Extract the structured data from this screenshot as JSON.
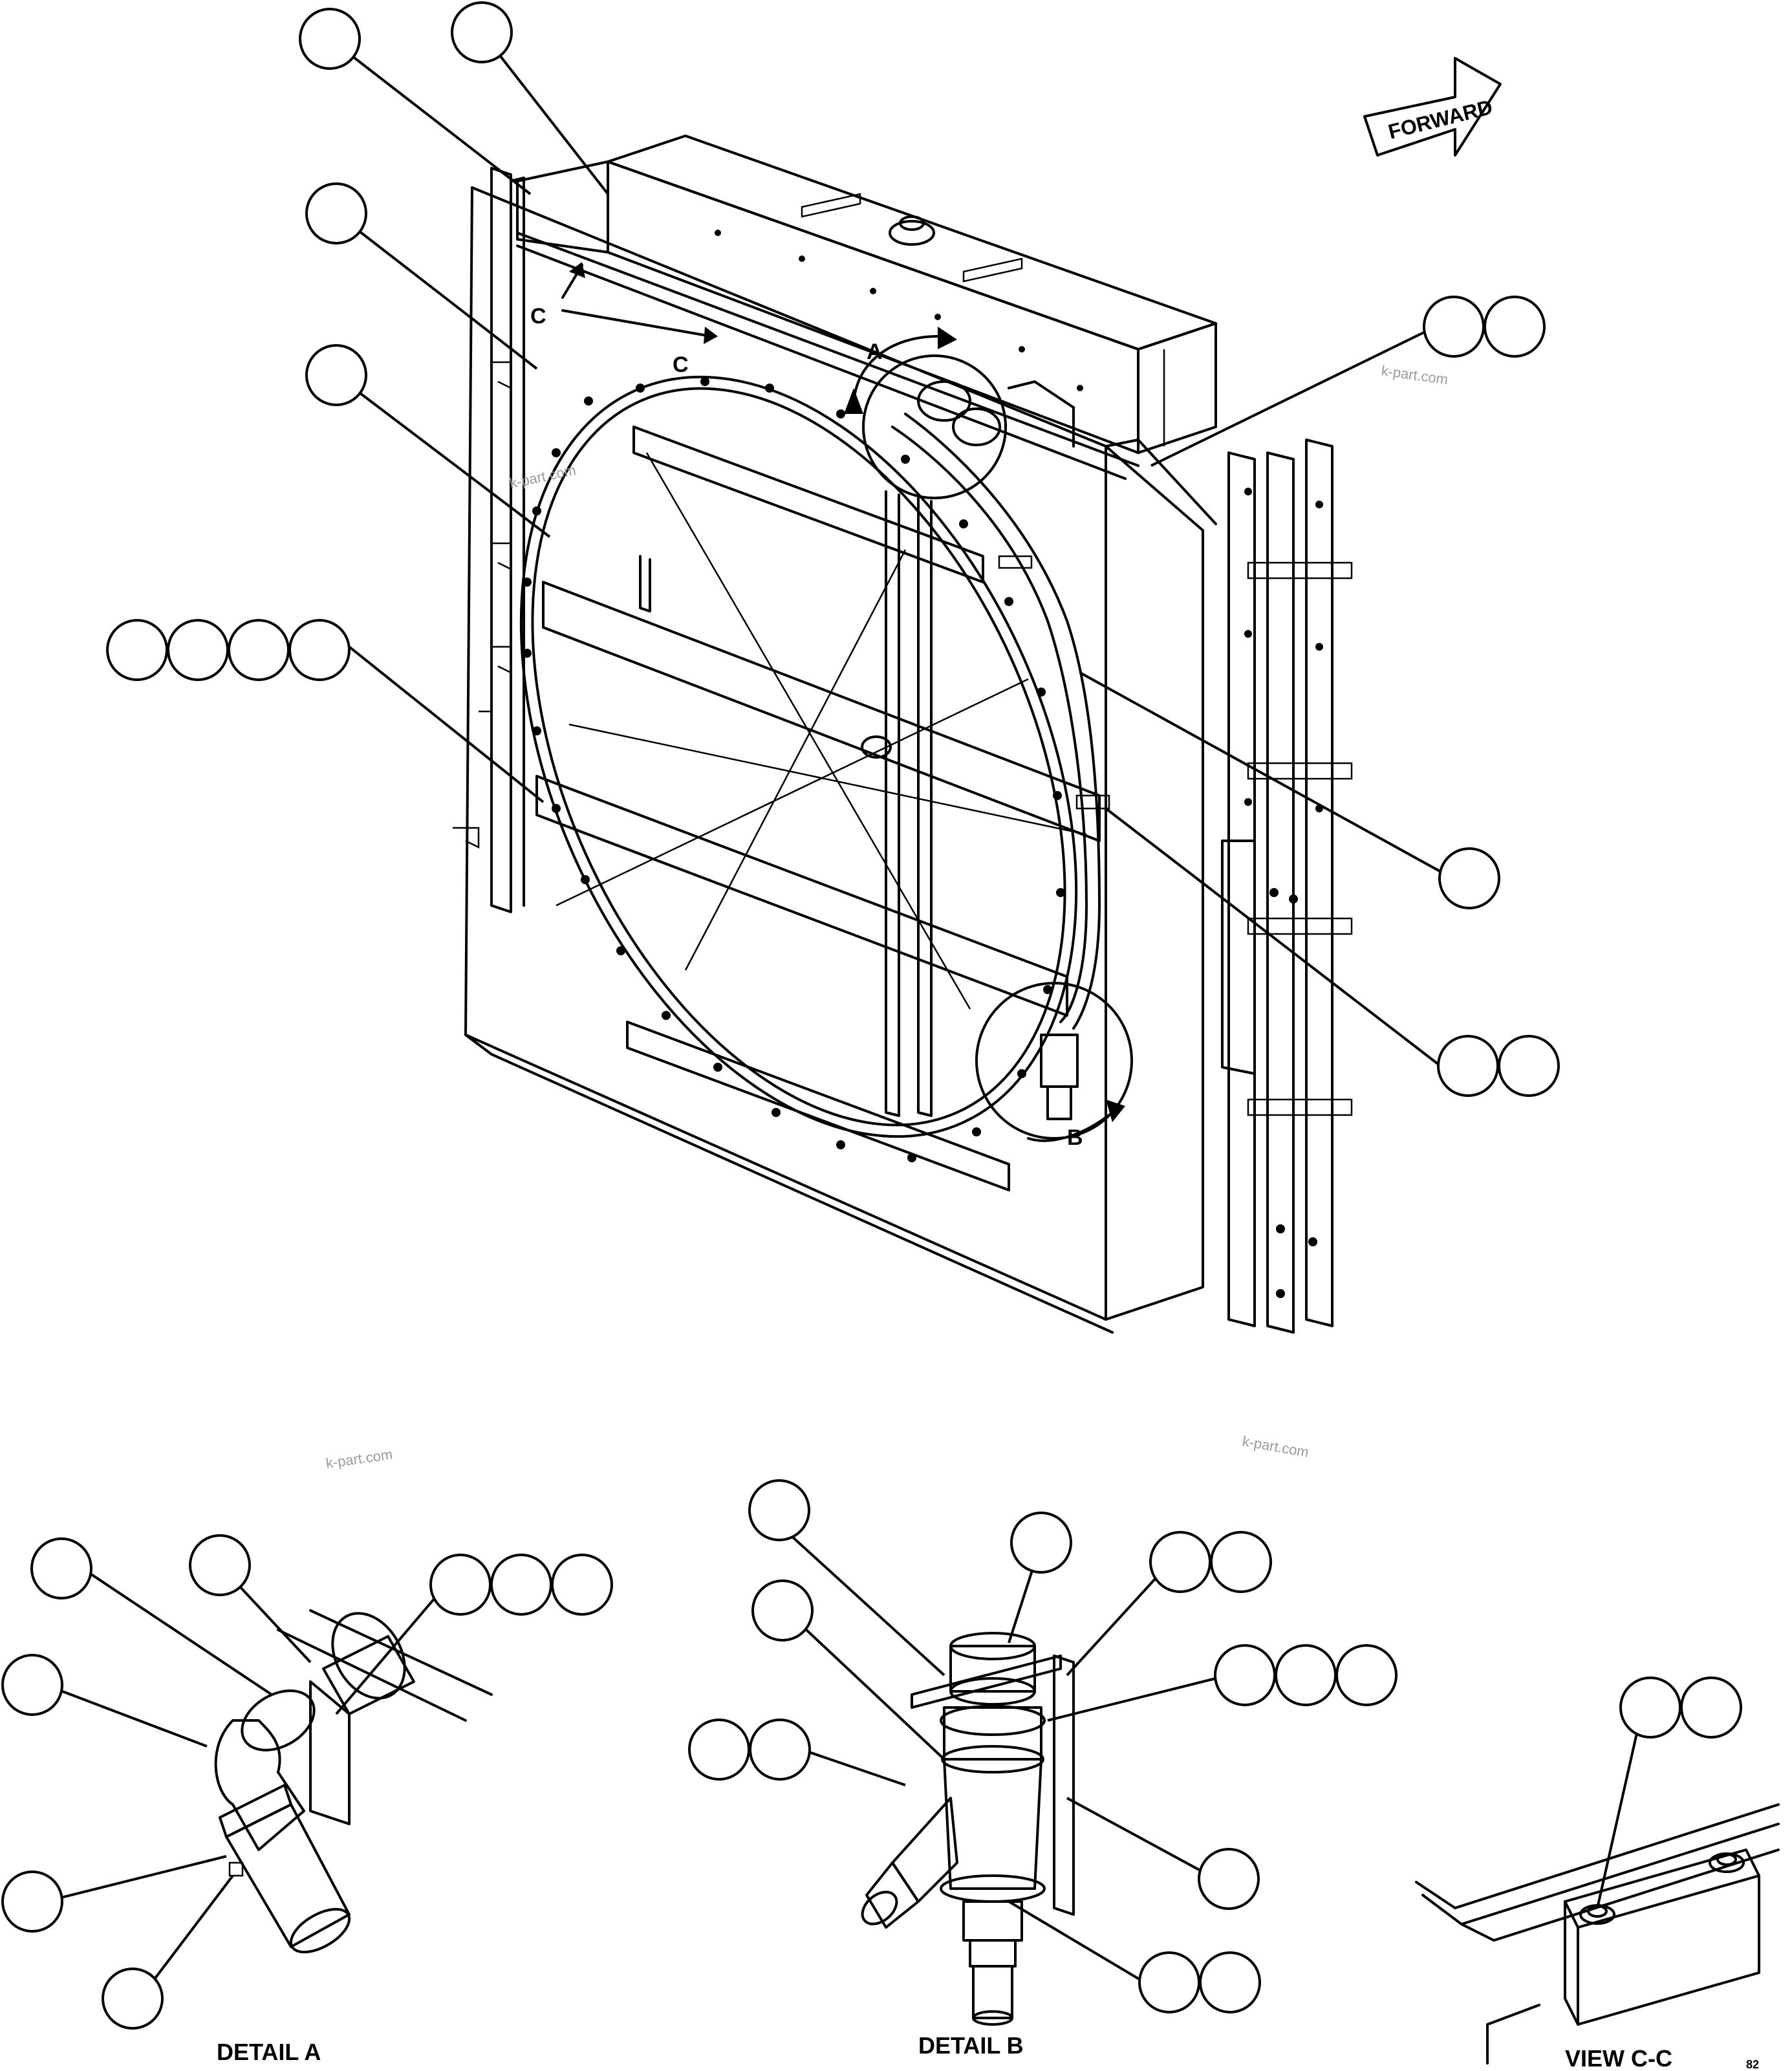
{
  "forward_label": "FORWARD",
  "section_markers": {
    "c_left": "C",
    "c_right": "C",
    "a": "A",
    "b": "B"
  },
  "watermarks": [
    "k-part.com",
    "k-part.com",
    "k-part.com",
    "k-part.com"
  ],
  "detail_titles": {
    "detail_a": "DETAIL A",
    "detail_b": "DETAIL B",
    "view_cc": "VIEW C-C"
  },
  "figure_code": "82"
}
